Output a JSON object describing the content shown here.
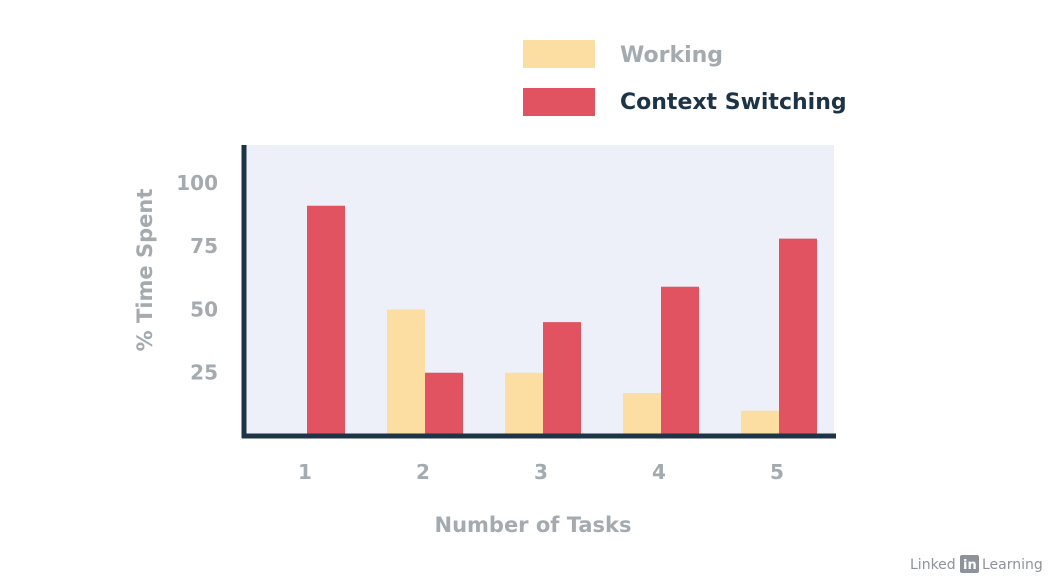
{
  "chart_data": {
    "type": "bar",
    "categories": [
      "1",
      "2",
      "3",
      "4",
      "5"
    ],
    "series": [
      {
        "name": "Working",
        "values": [
          0,
          50,
          25,
          17,
          10
        ],
        "color": "#fcdea3"
      },
      {
        "name": "Context Switching",
        "values": [
          91,
          25,
          45,
          59,
          78
        ],
        "color": "#e15360"
      }
    ],
    "xlabel": "Number of Tasks",
    "ylabel": "% Time Spent",
    "yticks": [
      "25",
      "50",
      "75",
      "100"
    ],
    "ylim": [
      0,
      115
    ],
    "legend_position": "top-right",
    "plot_background": "#eef0f9",
    "axis_color": "#1d3346"
  },
  "legend": {
    "working_text_color": "#a3abb1",
    "context_text_color": "#1d3346"
  },
  "branding": {
    "watermark_linked": "Linked",
    "watermark_in": "in",
    "watermark_learning": "Learning"
  }
}
